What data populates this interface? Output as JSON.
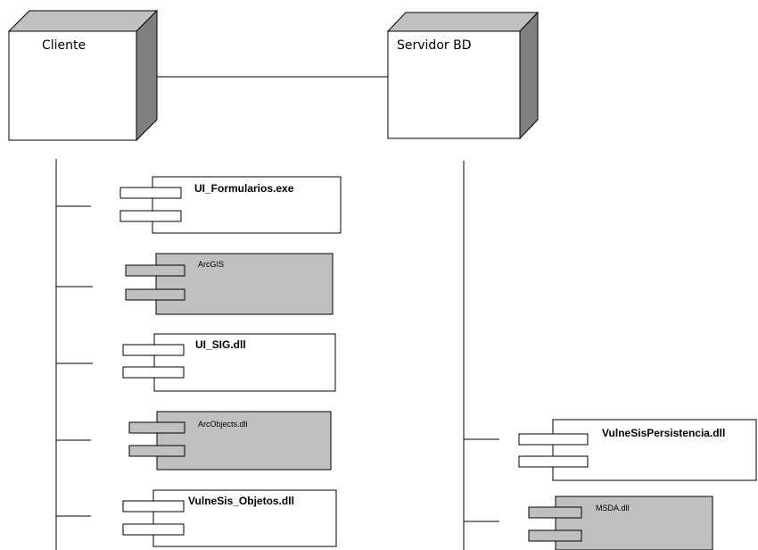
{
  "nodes": {
    "client": {
      "label": "Cliente"
    },
    "server": {
      "label": "Servidor BD"
    }
  },
  "client_components": [
    {
      "label": "UI_Formularios.exe",
      "shaded": false
    },
    {
      "label": "ArcGIS",
      "shaded": true
    },
    {
      "label": "UI_SIG.dll",
      "shaded": false
    },
    {
      "label": "ArcObjects.dll",
      "shaded": true
    },
    {
      "label": "VulneSis_Objetos.dll",
      "shaded": false
    }
  ],
  "server_components": [
    {
      "label": "VulneSisPersistencia.dll",
      "shaded": false
    },
    {
      "label": "MSDA.dll",
      "shaded": true
    }
  ],
  "colors": {
    "line": "#000000",
    "node_face": "#ffffff",
    "node_top": "#c0c0c0",
    "node_side": "#808080",
    "component_shaded": "#c0c0c0",
    "component_plain": "#ffffff"
  }
}
